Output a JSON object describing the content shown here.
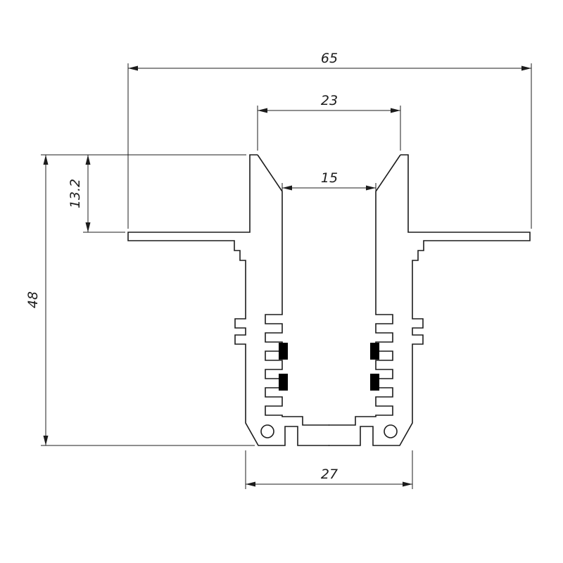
{
  "drawing": {
    "type": "technical-cross-section",
    "description": "Recessed aluminium profile cross-section with dimensions",
    "dims": {
      "total_width": "65",
      "opening_width": "23",
      "inner_width": "15",
      "flange_depth": "13.2",
      "total_height": "48",
      "bottom_width": "27"
    },
    "colors": {
      "line": "#1c1c1c",
      "magnet_fill": "#000000",
      "background": "#ffffff"
    }
  }
}
